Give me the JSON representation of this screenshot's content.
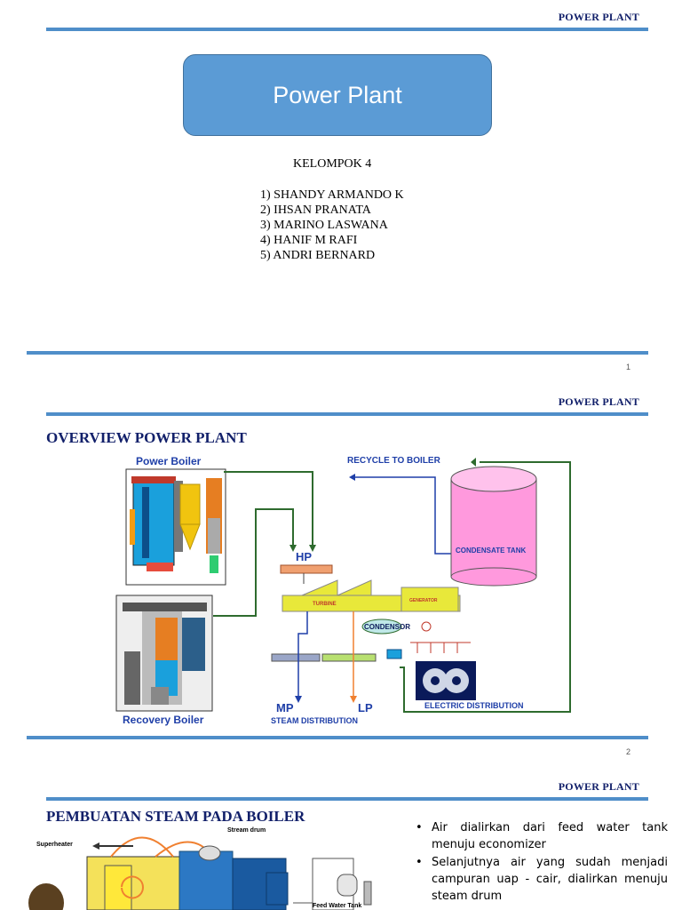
{
  "slides": [
    {
      "header": "POWER PLANT",
      "title": "Power Plant",
      "group": "KELOMPOK 4",
      "members": [
        "1) SHANDY ARMANDO K",
        "2) IHSAN PRANATA",
        "3) MARINO LASWANA",
        "4) HANIF M RAFI",
        "5) ANDRI BERNARD"
      ],
      "page_number": "1"
    },
    {
      "header": "POWER PLANT",
      "title": "OVERVIEW POWER PLANT",
      "diagram_labels": {
        "power_boiler": "Power Boiler",
        "recovery_boiler": "Recovery Boiler",
        "recycle_to_boiler": "RECYCLE TO BOILER",
        "condensate_tank": "CONDENSATE TANK",
        "hp": "HP",
        "turbine": "TURBINE",
        "generator": "GENERATOR",
        "condensor": "CONDENSOR",
        "mp": "MP",
        "lp": "LP",
        "steam_distribution": "STEAM DISTRIBUTION",
        "electric_distribution": "ELECTRIC DISTRIBUTION"
      },
      "page_number": "2"
    },
    {
      "header": "POWER PLANT",
      "title": "PEMBUATAN STEAM PADA BOILER",
      "diagram_labels": {
        "superheater": "Superheater",
        "stream_drum": "Stream drum",
        "feed_water_tank": "Feed Water Tank"
      },
      "bullets": [
        "Air dialirkan dari feed water tank menuju economizer",
        "Selanjutnya air yang sudah menjadi campuran uap - cair, dialirkan menuju steam drum"
      ]
    }
  ],
  "colors": {
    "rule": "#4f8ec9",
    "header_text": "#12206a",
    "title_box": "#5b9bd5",
    "diagram_label_blue": "#1f3fa8",
    "pipe_green": "#2e6b2e",
    "tank_pink": "#ff99dd"
  }
}
